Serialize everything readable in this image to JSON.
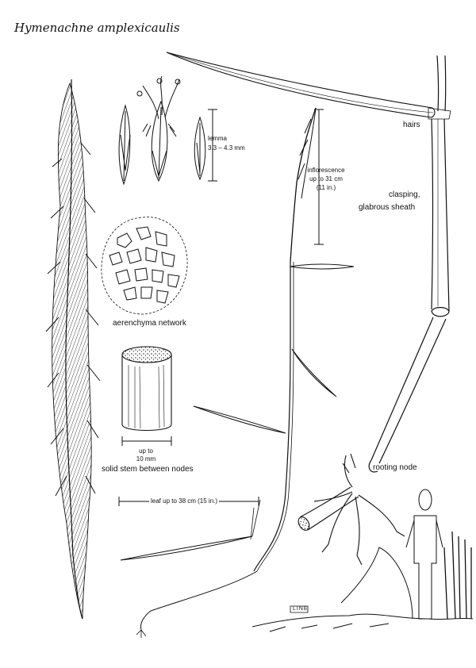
{
  "title": "Hymenachne amplexicaulis",
  "labels": {
    "hairs": "hairs",
    "sheath_line1": "clasping,",
    "sheath_line2": "glabrous sheath",
    "lemma": "lemma",
    "lemma_size": "3.3 – 4.3 mm",
    "infl_line1": "inflorescence",
    "infl_line2": "up to 31 cm",
    "infl_line3": "(11 in.)",
    "aerenchyma": "aerenchyma network",
    "stem_size_line1": "up to",
    "stem_size_line2": "10 mm",
    "solid_stem": "solid stem between nodes",
    "rooting_node": "rooting node",
    "leaf": "leaf up to 38 cm (15 in.)"
  },
  "signature": "LINE"
}
